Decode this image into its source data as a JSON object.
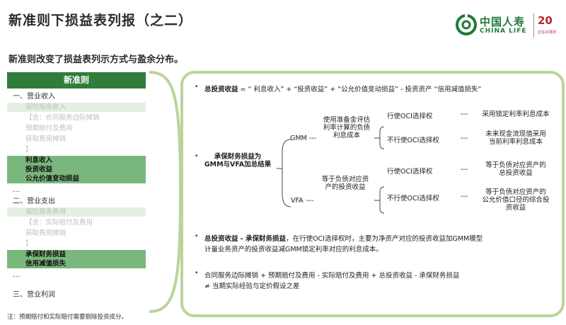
{
  "title": "新准则下损益表列报（之二）",
  "logo": {
    "name_cn": "中国人寿",
    "name_en": "CHINA LIFE",
    "years": "20",
    "years_sub": "正在20周年"
  },
  "subtitle": "新准则改变了损益表列示方式与盈余分布。",
  "left_panel": {
    "header": "新准则",
    "rows": [
      {
        "text": "一、营业收入",
        "style": "sec"
      },
      {
        "text": "保险服务收入",
        "style": "faint-hl"
      },
      {
        "text": "【含：合同服务边际摊销",
        "style": "faint"
      },
      {
        "text": "预期赔付及费用",
        "style": "faint"
      },
      {
        "text": "获取费用摊销",
        "style": "faint"
      },
      {
        "text": "】",
        "style": "faint"
      },
      {
        "text": "利息收入",
        "style": "strong"
      },
      {
        "text": "投资收益",
        "style": "strong"
      },
      {
        "text": "公允价值变动损益",
        "style": "strong"
      },
      {
        "text": "…",
        "style": "sec"
      },
      {
        "text": "二、营业支出",
        "style": "sec"
      },
      {
        "text": "保险服务费用",
        "style": "faint-hl"
      },
      {
        "text": "【含：实际赔付及费用",
        "style": "faint"
      },
      {
        "text": "获取费用摊销",
        "style": "faint"
      },
      {
        "text": "】",
        "style": "faint"
      },
      {
        "text": "承保财务损益",
        "style": "strong"
      },
      {
        "text": "信用减值损失",
        "style": "strong"
      },
      {
        "text": "…",
        "style": "sec"
      },
      {
        "text": "",
        "style": "sec"
      },
      {
        "text": "三、营业利润",
        "style": "sec"
      }
    ],
    "note": "注：预期赔付和实际赔付需要剔除投资成分。"
  },
  "right_panel": {
    "formula1_bold": "总投资收益",
    "formula1_rest": " = “ 利息收入” + “投资收益” + “公允价值变动损益” - 投资资产 “信用减值损失”",
    "tree": {
      "root_line1": "承保财务损益为",
      "root_line2": "GMM与VFA加总结果",
      "gmm": "GMM",
      "vfa": "VFA",
      "gmm_desc": [
        "使用准备金评估",
        "利率计算的负债",
        "利息成本"
      ],
      "vfa_desc": [
        "等于负债对应资",
        "产的投资收益"
      ],
      "opt_yes": "行使OCI选择权",
      "opt_no": "不行使OCI选择权",
      "dash": "---",
      "gmm_yes": [
        "采用锁定利率利息成本"
      ],
      "gmm_no": [
        "未来现金流现值采用",
        "当前利率利息成本"
      ],
      "vfa_yes": [
        "等于负债对应资产的",
        "总投资收益"
      ],
      "vfa_no": [
        "等于负债对应资产的",
        "公允价值口径的综合投",
        "资收益"
      ]
    },
    "para_bold": "总投资收益 - 承保财务损益",
    "para_line1_rest": "，在行使OCI选择权时，主要为净资产对应的投资收益加GMM模型",
    "para_line2": "计量业务资产的投资收益减GMM锁定利率对应的利息成本。",
    "formula3_line1": "合同服务边际摊销 + 预期赔付及费用 - 实际赔付及费用 + 总投资收益 - 承保财务损益",
    "formula3_line2": "≠ 当期实际经验与定价假设之差"
  },
  "colors": {
    "header_green": "#2e7d3b",
    "highlight_green": "#7ab77d",
    "frame_green": "#b9d59a",
    "logo_green": "#1f7a3a",
    "logo_red": "#b8272f"
  }
}
